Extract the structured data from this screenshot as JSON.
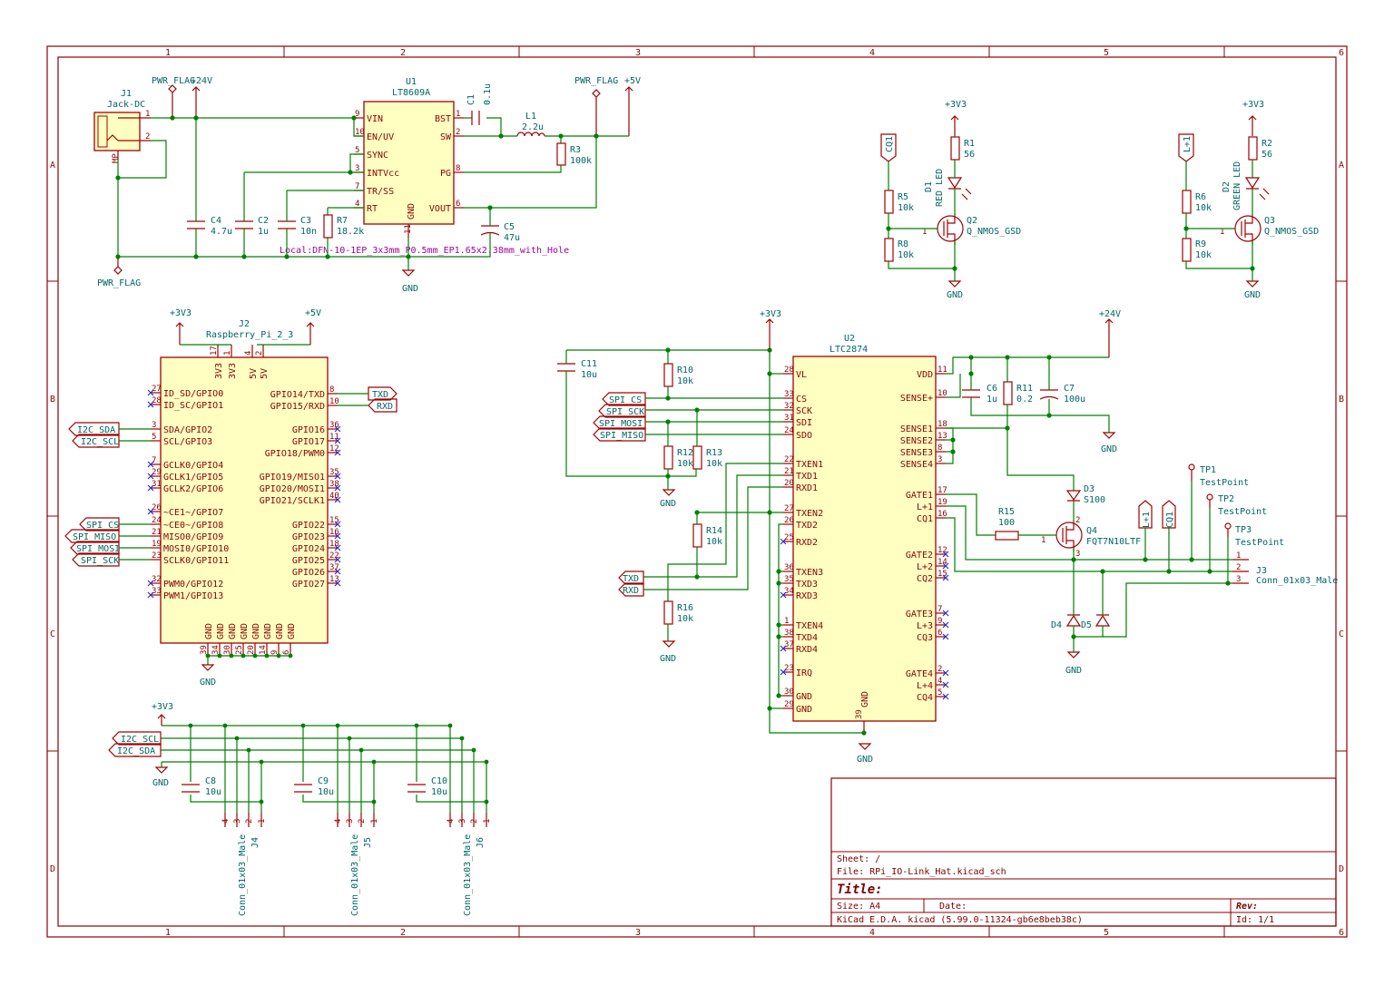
{
  "frame": {
    "cols": [
      "1",
      "2",
      "3",
      "4",
      "5",
      "6"
    ],
    "rows": [
      "A",
      "B",
      "C",
      "D"
    ]
  },
  "title_block": {
    "sheet": "Sheet: /",
    "file": "File: RPi_IO-Link_Hat.kicad_sch",
    "title": "Title:",
    "size": "Size: A4",
    "date": "Date:",
    "rev": "Rev:",
    "tool": "KiCad E.D.A.  kicad (5.99.0-11324-gb6e8beb38c)",
    "id": "Id: 1/1"
  },
  "power": {
    "pwr_flag": "PWR_FLAG",
    "v24": "+24V",
    "v5": "+5V",
    "v3v3": "+3V3",
    "gnd": "GND"
  },
  "j1": {
    "ref": "J1",
    "value": "Jack-DC",
    "pin1": "1",
    "pin2": "2",
    "mp": "MP"
  },
  "u1": {
    "ref": "U1",
    "value": "LT8609A",
    "footprint": "Local:DFN-10-1EP_3x3mm_P0.5mm_EP1.65x2.38mm_with_Hole",
    "left_pins": [
      {
        "num": "9",
        "name": "VIN"
      },
      {
        "num": "10",
        "name": "EN/UV"
      },
      {
        "num": "5",
        "name": "SYNC"
      },
      {
        "num": "3",
        "name": "INTVcc"
      },
      {
        "num": "7",
        "name": "TR/SS"
      },
      {
        "num": "4",
        "name": "RT"
      }
    ],
    "right_pins": [
      {
        "num": "1",
        "name": "BST"
      },
      {
        "num": "2",
        "name": "SW"
      },
      {
        "num": "8",
        "name": "PG"
      },
      {
        "num": "6",
        "name": "VOUT"
      }
    ],
    "gnd_pin": {
      "num": "11",
      "name": "GND"
    }
  },
  "passives": {
    "C1": {
      "ref": "C1",
      "value": "0.1u"
    },
    "L1": {
      "ref": "L1",
      "value": "2.2u"
    },
    "R3": {
      "ref": "R3",
      "value": "100k"
    },
    "C4": {
      "ref": "C4",
      "value": "4.7u"
    },
    "C2": {
      "ref": "C2",
      "value": "1u"
    },
    "C3": {
      "ref": "C3",
      "value": "10n"
    },
    "R7": {
      "ref": "R7",
      "value": "18.2k"
    },
    "C5": {
      "ref": "C5",
      "value": "47u"
    },
    "R1": {
      "ref": "R1",
      "value": "56"
    },
    "R2": {
      "ref": "R2",
      "value": "56"
    },
    "R5": {
      "ref": "R5",
      "value": "10k"
    },
    "R8": {
      "ref": "R8",
      "value": "10k"
    },
    "R6": {
      "ref": "R6",
      "value": "10k"
    },
    "R9": {
      "ref": "R9",
      "value": "10k"
    },
    "C11": {
      "ref": "C11",
      "value": "10u"
    },
    "R10": {
      "ref": "R10",
      "value": "10k"
    },
    "R12": {
      "ref": "R12",
      "value": "10k"
    },
    "R13": {
      "ref": "R13",
      "value": "10k"
    },
    "R14": {
      "ref": "R14",
      "value": "10k"
    },
    "R16": {
      "ref": "R16",
      "value": "10k"
    },
    "C6": {
      "ref": "C6",
      "value": "1u"
    },
    "R11": {
      "ref": "R11",
      "value": "0.2"
    },
    "C7": {
      "ref": "C7",
      "value": "100u"
    },
    "R15": {
      "ref": "R15",
      "value": "100"
    },
    "C8": {
      "ref": "C8",
      "value": "10u"
    },
    "C9": {
      "ref": "C9",
      "value": "10u"
    },
    "C10": {
      "ref": "C10",
      "value": "10u"
    }
  },
  "leds": {
    "D1": {
      "ref": "D1",
      "value": "RED LED"
    },
    "D2": {
      "ref": "D2",
      "value": "GREEN LED"
    }
  },
  "fets": {
    "Q2": {
      "ref": "Q2",
      "value": "Q_NMOS_GSD"
    },
    "Q3": {
      "ref": "Q3",
      "value": "Q_NMOS_GSD"
    },
    "Q4": {
      "ref": "Q4",
      "value": "FQT7N10LTF"
    }
  },
  "diodes": {
    "D3": {
      "ref": "D3",
      "value": "S100"
    },
    "D4": {
      "ref": "D4"
    },
    "D5": {
      "ref": "D5"
    }
  },
  "labels": {
    "cq1": "CQ1",
    "lplus1": "L+1",
    "i2c_sda": "I2C_SDA",
    "i2c_scl": "I2C_SCL",
    "spi_cs": "SPI_CS",
    "spi_miso": "SPI_MISO",
    "spi_mosi": "SPI_MOSI",
    "spi_sck": "SPI_SCK",
    "txd": "TXD",
    "rxd": "RXD"
  },
  "j2": {
    "ref": "J2",
    "value": "Raspberry_Pi_2_3",
    "top_pins": [
      {
        "num": "17",
        "name": "3V3"
      },
      {
        "num": "1",
        "name": "3V3"
      },
      {
        "num": "4",
        "name": "5V"
      },
      {
        "num": "2",
        "name": "5V"
      }
    ],
    "left_pins": [
      {
        "num": "27",
        "name": "ID_SD/GPIO0"
      },
      {
        "num": "28",
        "name": "ID_SC/GPIO1"
      },
      {
        "num": "3",
        "name": "SDA/GPIO2"
      },
      {
        "num": "5",
        "name": "SCL/GPIO3"
      },
      {
        "num": "7",
        "name": "GCLK0/GPIO4"
      },
      {
        "num": "29",
        "name": "GCLK1/GPIO5"
      },
      {
        "num": "31",
        "name": "GCLK2/GPIO6"
      },
      {
        "num": "26",
        "name": "~CE1~/GPIO7"
      },
      {
        "num": "24",
        "name": "~CE0~/GPIO8"
      },
      {
        "num": "21",
        "name": "MISO0/GPIO9"
      },
      {
        "num": "19",
        "name": "MOSI0/GPIO10"
      },
      {
        "num": "23",
        "name": "SCLK0/GPIO11"
      },
      {
        "num": "32",
        "name": "PWM0/GPIO12"
      },
      {
        "num": "33",
        "name": "PWM1/GPIO13"
      }
    ],
    "right_pins": [
      {
        "num": "8",
        "name": "GPIO14/TXD"
      },
      {
        "num": "10",
        "name": "GPIO15/RXD"
      },
      {
        "num": "36",
        "name": "GPIO16"
      },
      {
        "num": "11",
        "name": "GPIO17"
      },
      {
        "num": "12",
        "name": "GPIO18/PWM0"
      },
      {
        "num": "35",
        "name": "GPIO19/MISO1"
      },
      {
        "num": "38",
        "name": "GPIO20/MOSI1"
      },
      {
        "num": "40",
        "name": "GPIO21/SCLK1"
      },
      {
        "num": "15",
        "name": "GPIO22"
      },
      {
        "num": "16",
        "name": "GPIO23"
      },
      {
        "num": "18",
        "name": "GPIO24"
      },
      {
        "num": "22",
        "name": "GPIO25"
      },
      {
        "num": "37",
        "name": "GPIO26"
      },
      {
        "num": "13",
        "name": "GPIO27"
      }
    ],
    "gnd_pins": [
      "39",
      "34",
      "30",
      "25",
      "20",
      "14",
      "9",
      "6"
    ],
    "gnd_name": "GND"
  },
  "u2": {
    "ref": "U2",
    "value": "LTC2874",
    "left_pins": [
      {
        "num": "28",
        "name": "VL"
      },
      {
        "num": "33",
        "name": "CS"
      },
      {
        "num": "32",
        "name": "SCK"
      },
      {
        "num": "31",
        "name": "SDI"
      },
      {
        "num": "24",
        "name": "SDO"
      },
      {
        "num": "22",
        "name": "TXEN1"
      },
      {
        "num": "21",
        "name": "TXD1"
      },
      {
        "num": "20",
        "name": "RXD1"
      },
      {
        "num": "27",
        "name": "TXEN2"
      },
      {
        "num": "26",
        "name": "TXD2"
      },
      {
        "num": "25",
        "name": "RXD2"
      },
      {
        "num": "36",
        "name": "TXEN3"
      },
      {
        "num": "35",
        "name": "TXD3"
      },
      {
        "num": "34",
        "name": "RXD3"
      },
      {
        "num": "1",
        "name": "TXEN4"
      },
      {
        "num": "38",
        "name": "TXD4"
      },
      {
        "num": "37",
        "name": "RXD4"
      },
      {
        "num": "23",
        "name": "IRQ"
      },
      {
        "num": "30",
        "name": "GND"
      },
      {
        "num": "29",
        "name": "GND"
      }
    ],
    "right_pins": [
      {
        "num": "11",
        "name": "VDD"
      },
      {
        "num": "10",
        "name": "SENSE+"
      },
      {
        "num": "18",
        "name": "SENSE1"
      },
      {
        "num": "13",
        "name": "SENSE2"
      },
      {
        "num": "8",
        "name": "SENSE3"
      },
      {
        "num": "3",
        "name": "SENSE4"
      },
      {
        "num": "17",
        "name": "GATE1"
      },
      {
        "num": "19",
        "name": "L+1"
      },
      {
        "num": "16",
        "name": "CQ1"
      },
      {
        "num": "12",
        "name": "GATE2"
      },
      {
        "num": "14",
        "name": "L+2"
      },
      {
        "num": "15",
        "name": "CQ2"
      },
      {
        "num": "7",
        "name": "GATE3"
      },
      {
        "num": "9",
        "name": "L+3"
      },
      {
        "num": "6",
        "name": "CQ3"
      },
      {
        "num": "2",
        "name": "GATE4"
      },
      {
        "num": "4",
        "name": "L+4"
      },
      {
        "num": "5",
        "name": "CQ4"
      }
    ],
    "gnd_pin": {
      "num": "39",
      "name": "GND"
    }
  },
  "testpoints": {
    "tp1": {
      "ref": "TP1",
      "value": "TestPoint"
    },
    "tp2": {
      "ref": "TP2",
      "value": "TestPoint"
    },
    "tp3": {
      "ref": "TP3",
      "value": "TestPoint"
    }
  },
  "j3": {
    "ref": "J3",
    "value": "Conn_01x03_Male",
    "pins": [
      "1",
      "2",
      "3"
    ]
  },
  "j456": [
    {
      "ref": "J4",
      "value": "Conn_01x03_Male",
      "pins": [
        "4",
        "3",
        "2",
        "1"
      ]
    },
    {
      "ref": "J5",
      "value": "Conn_01x03_Male",
      "pins": [
        "4",
        "3",
        "2",
        "1"
      ]
    },
    {
      "ref": "J6",
      "value": "Conn_01x03_Male",
      "pins": [
        "4",
        "3",
        "2",
        "1"
      ]
    }
  ]
}
